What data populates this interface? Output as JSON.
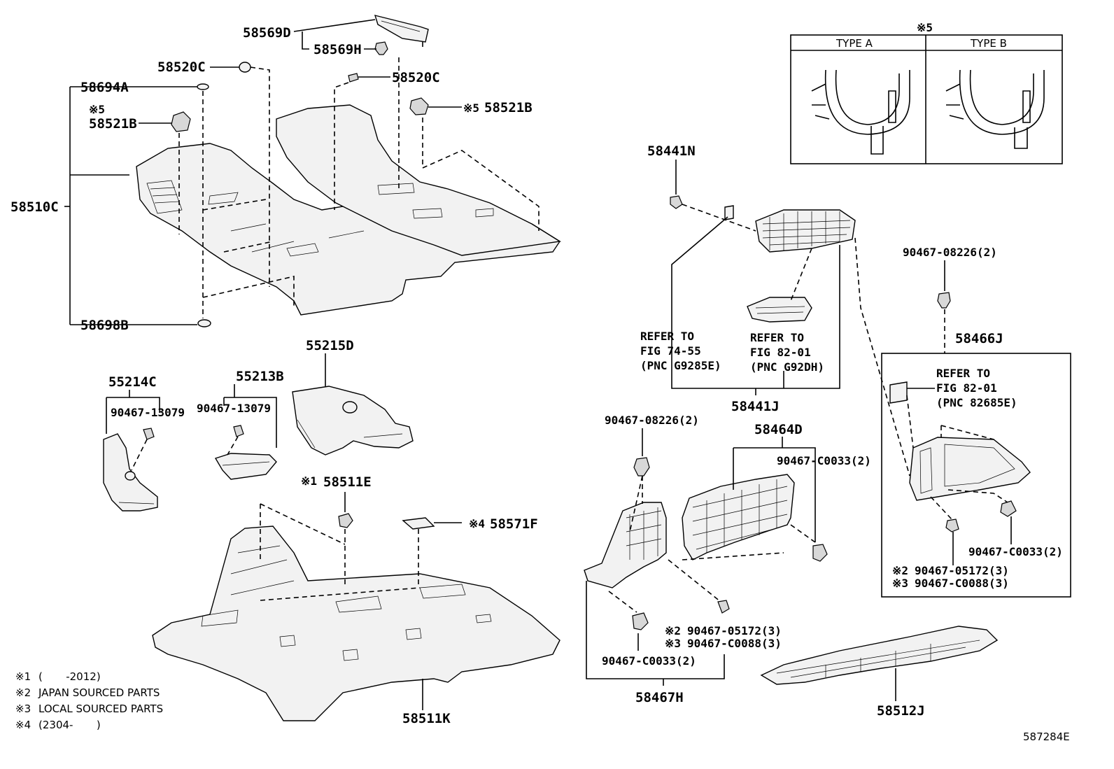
{
  "diagram_id": "587284E",
  "parts": {
    "p58569D": "58569D",
    "p58569H": "58569H",
    "p58520C_a": "58520C",
    "p58520C_b": "58520C",
    "p58694A": "58694A",
    "p58521B_a": "58521B",
    "p58521B_b": "58521B",
    "p58510C": "58510C",
    "p58698B": "58698B",
    "p55215D": "55215D",
    "p55214C": "55214C",
    "p55213B": "55213B",
    "p90467_13079_a": "90467-13079",
    "p90467_13079_b": "90467-13079",
    "p58511E": "58511E",
    "p58571F": "58571F",
    "p58511K": "58511K",
    "p58441N": "58441N",
    "p58441J": "58441J",
    "p90467_08226_a": "90467-08226(2)",
    "p90467_08226_b": "90467-08226(2)",
    "p58466J": "58466J",
    "p58464D": "58464D",
    "p90467_C0033_a": "90467-C0033(2)",
    "p90467_C0033_b": "90467-C0033(2)",
    "p90467_C0033_c": "90467-C0033(2)",
    "p90467_05172_a": "90467-05172(3)",
    "p90467_05172_b": "90467-05172(3)",
    "p90467_C0088_a": "90467-C0088(3)",
    "p90467_C0088_b": "90467-C0088(3)",
    "p58467H": "58467H",
    "p58512J": "58512J"
  },
  "marks": {
    "m1": "※1",
    "m2": "※2",
    "m3": "※3",
    "m4": "※4",
    "m5": "※5"
  },
  "refs": {
    "ref_a_line1": "REFER TO",
    "ref_a_line2": "FIG 74-55",
    "ref_a_line3": "(PNC G9285E)",
    "ref_b_line1": "REFER TO",
    "ref_b_line2": "FIG 82-01",
    "ref_b_line3": "(PNC G92DH)",
    "ref_c_line1": "REFER TO",
    "ref_c_line2": "FIG 82-01",
    "ref_c_line3": "(PNC 82685E)"
  },
  "type_table": {
    "type_a": "TYPE A",
    "type_b": "TYPE B"
  },
  "legend": [
    {
      "mark": "※1",
      "text": "(       -2012)"
    },
    {
      "mark": "※2",
      "text": "JAPAN SOURCED PARTS"
    },
    {
      "mark": "※3",
      "text": "LOCAL SOURCED PARTS"
    },
    {
      "mark": "※4",
      "text": "(2304-       )"
    }
  ]
}
